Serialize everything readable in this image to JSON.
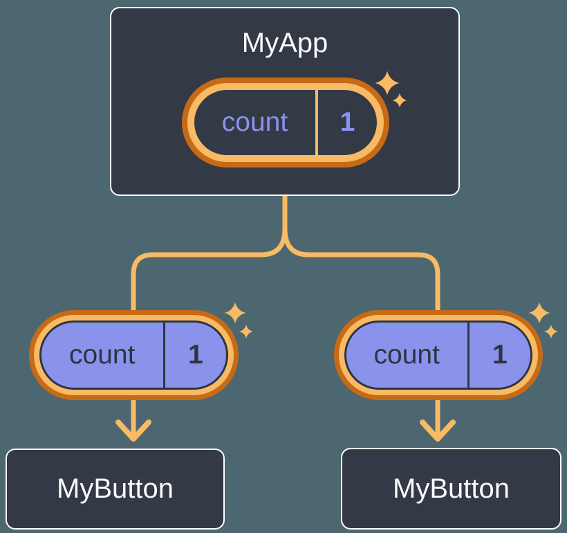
{
  "diagram": {
    "root": {
      "label": "MyApp",
      "state": {
        "name": "count",
        "value": "1"
      }
    },
    "children": [
      {
        "label": "MyButton",
        "prop": {
          "name": "count",
          "value": "1"
        }
      },
      {
        "label": "MyButton",
        "prop": {
          "name": "count",
          "value": "1"
        }
      }
    ]
  },
  "icons": {
    "sparkle": "✦",
    "arrow_down": "↓"
  },
  "colors": {
    "background": "#4C6770",
    "node_fill": "#333945",
    "node_border": "#FFFFFF",
    "node_text": "#F7F9FB",
    "pill_ring_outer": "#C76A15",
    "pill_ring_inner": "#F8BA64",
    "connector": "#F8BA64",
    "sparkle": "#F8BA64",
    "state_text": "#8A93EC",
    "prop_fill": "#8A93EC",
    "prop_text": "#2E3440"
  }
}
